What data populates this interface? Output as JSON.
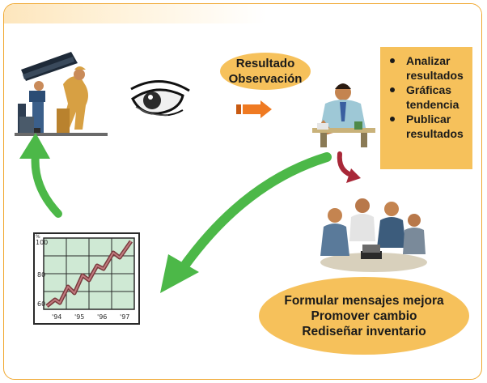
{
  "top_label": [
    "Resultado",
    "Observación"
  ],
  "actions": [
    [
      "Analizar",
      "resultados"
    ],
    [
      "Gráficas",
      "tendencia"
    ],
    [
      "Publicar",
      "resultados"
    ]
  ],
  "bottom_label": [
    "Formular mensajes mejora",
    "Promover cambio",
    "Rediseñar inventario"
  ],
  "trend_chart": {
    "y_ticks": [
      "100",
      "80",
      "60"
    ],
    "x_ticks": [
      "'94",
      "'95",
      "'96",
      "'97"
    ],
    "y_unit": "%"
  },
  "colors": {
    "frame": "#f0a830",
    "label_fill": "#f6c15b",
    "green_arrow": "#4cb848",
    "orange_arrow": "#ef7a22",
    "red_arrow": "#a82838",
    "chart_bg": "#cfe9d4",
    "chart_line": "#a05a5e"
  },
  "icons": [
    "workers-lifting-beam-icon",
    "eye-icon",
    "orange-arrow-icon",
    "analyst-at-desk-icon",
    "meeting-group-icon",
    "trend-chart-icon",
    "green-curved-arrow-icon",
    "red-curved-arrow-icon"
  ]
}
